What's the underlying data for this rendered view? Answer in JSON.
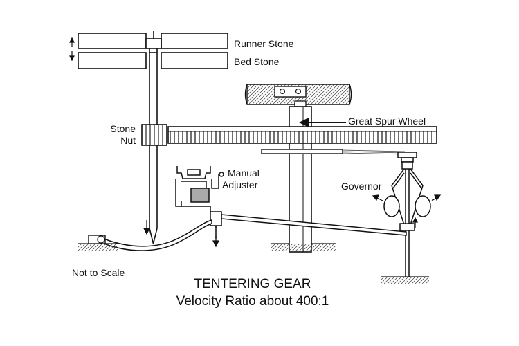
{
  "labels": {
    "runner_stone": "Runner Stone",
    "bed_stone": "Bed Stone",
    "stone_nut_line1": "Stone",
    "stone_nut_line2": "Nut",
    "great_spur_wheel": "Great Spur Wheel",
    "manual_adjuster_line1": "Manual",
    "manual_adjuster_line2": "Adjuster",
    "governor": "Governor",
    "not_to_scale": "Not to Scale"
  },
  "title": {
    "line1": "TENTERING GEAR",
    "line2": "Velocity Ratio about 400:1"
  },
  "colors": {
    "ink": "#111111",
    "paper": "#ffffff",
    "hatch": "#555555"
  }
}
